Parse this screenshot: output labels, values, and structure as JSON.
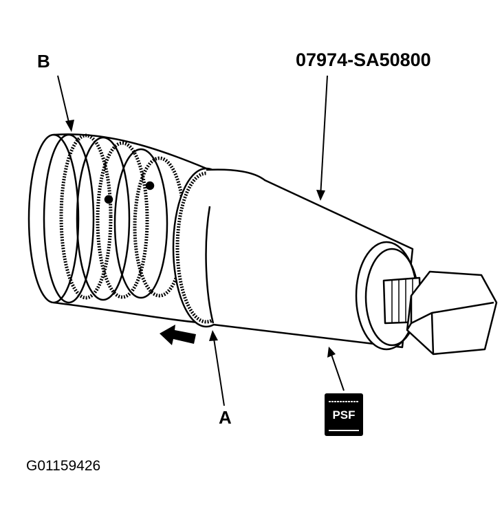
{
  "labels": {
    "b": "B",
    "a": "A",
    "part_number": "07974-SA50800",
    "figure_id": "G01159426"
  },
  "symbol": {
    "psf": "PSF"
  },
  "colors": {
    "ink": "#000000",
    "background": "#ffffff"
  }
}
